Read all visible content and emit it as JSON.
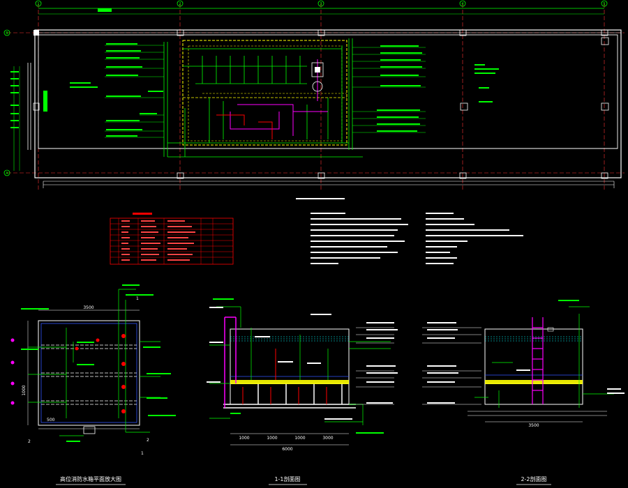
{
  "colors": {
    "background": "#000000",
    "wall": "#ffffff",
    "pipe_green": "#00ff00",
    "pipe_yellow": "#ffff00",
    "pipe_magenta": "#ff00ff",
    "pipe_red": "#ff0000",
    "pipe_cyan": "#00ffff",
    "pipe_blue": "#3355ff"
  },
  "grid_bubbles": [
    "1",
    "2",
    "3",
    "4",
    "5"
  ],
  "side_bubbles": [
    "B",
    "A"
  ],
  "detail_marks": {
    "section_1": [
      "1",
      "1"
    ],
    "section_2": [
      "2",
      "2"
    ]
  },
  "plan_dims": {
    "width": "3500",
    "height": "1000",
    "small": "500"
  },
  "section_1": {
    "dims": [
      "1000",
      "1000",
      "1000",
      "3000"
    ],
    "total": "6000"
  },
  "section_2": {
    "width": "3500"
  },
  "titles": {
    "plan": "高位消防水箱平面放大图",
    "section_1": "1-1剖面图",
    "section_2": "2-2剖面图"
  }
}
